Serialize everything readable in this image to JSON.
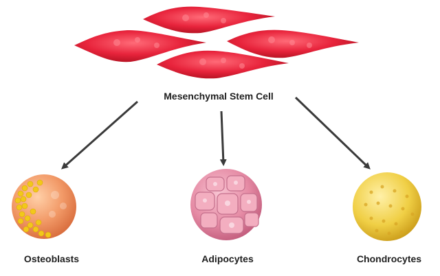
{
  "source_cell": {
    "label": "Mesenchymal Stem Cell"
  },
  "derived_cells": [
    {
      "label": "Osteoblasts"
    },
    {
      "label": "Adipocytes"
    },
    {
      "label": "Chondrocytes"
    }
  ],
  "colors": {
    "stem_cell": "#e8243c",
    "osteoblast": "#ee8a55",
    "osteoblast_granules": "#f2c81a",
    "adipocyte": "#e58aa4",
    "chondrocyte": "#f0cf45",
    "arrow": "#3a3a3a"
  }
}
